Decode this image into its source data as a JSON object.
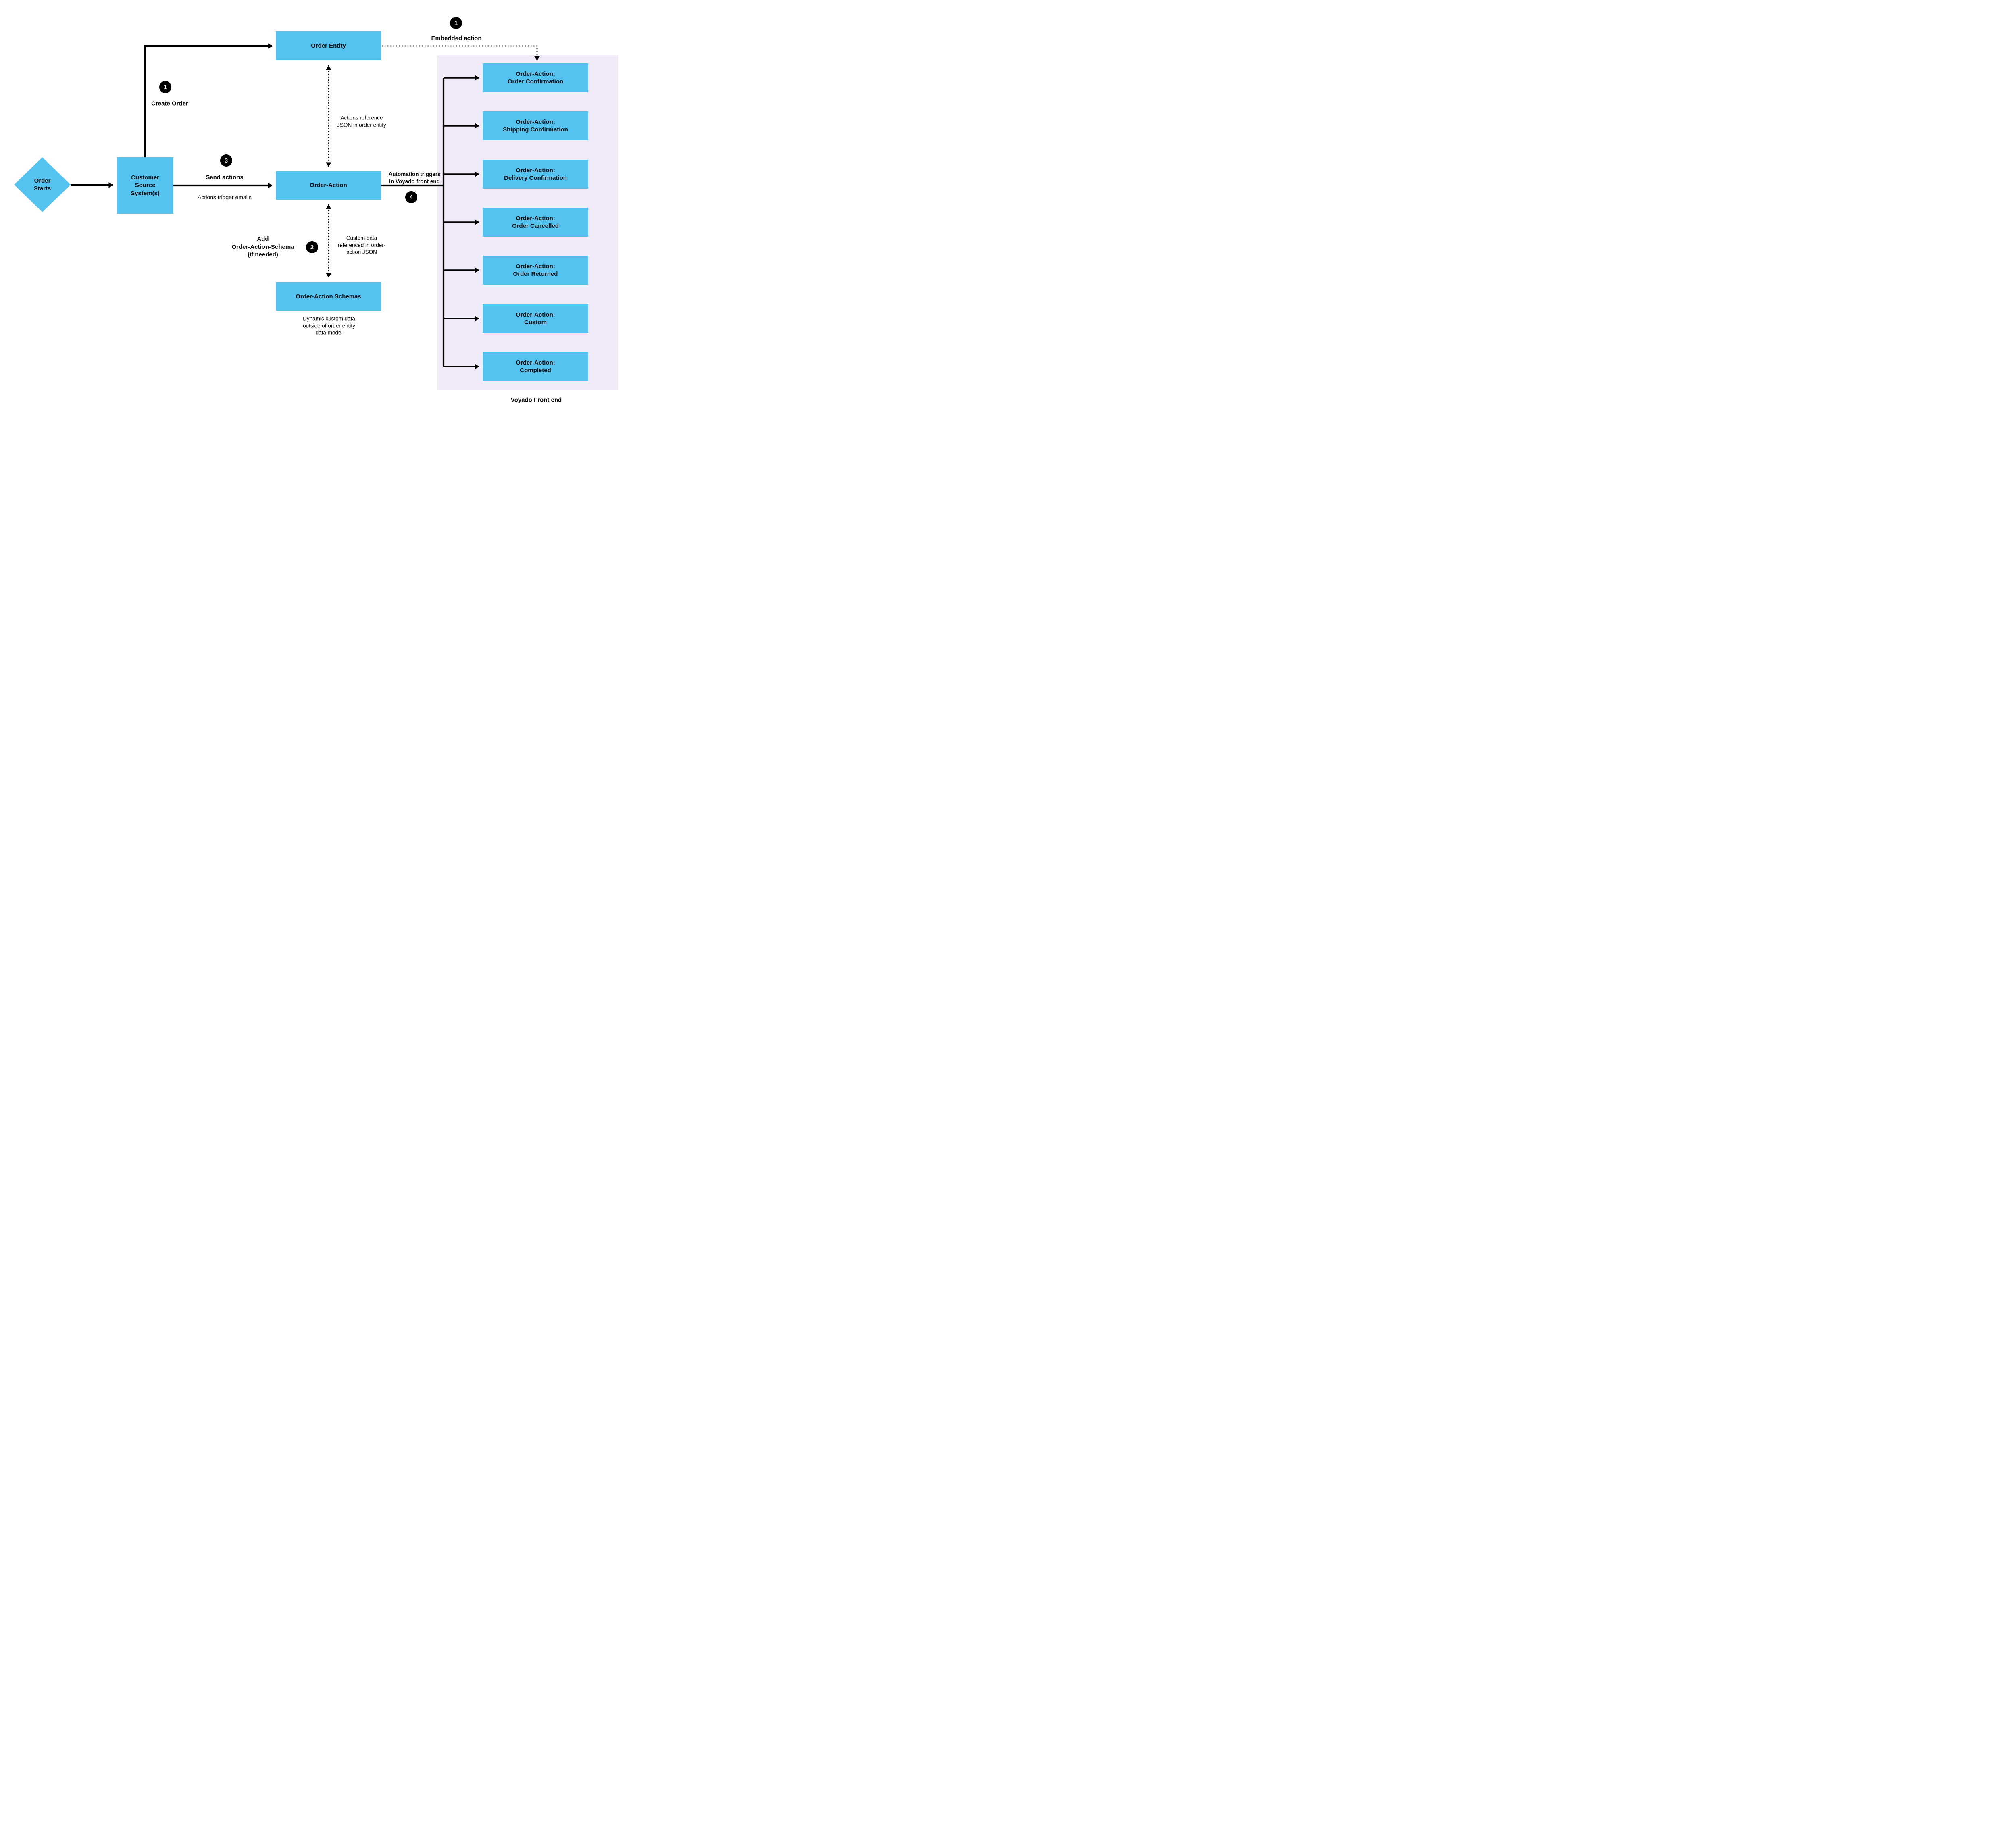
{
  "colors": {
    "node_blue": "#55C3F0",
    "panel_lavender": "#F0EAF9",
    "line_black": "#000000",
    "badge_black": "#000000",
    "badge_text_white": "#ffffff"
  },
  "nodes": {
    "order_starts": {
      "label": "Order\nStarts"
    },
    "customer_source": {
      "label": "Customer\nSource\nSystem(s)"
    },
    "order_entity": {
      "label": "Order Entity"
    },
    "order_action": {
      "label": "Order-Action"
    },
    "order_action_schemas": {
      "label": "Order-Action Schemas"
    }
  },
  "badges": {
    "create_order_step": "1",
    "embedded_action_step": "1",
    "add_schema_step": "2",
    "send_actions_step": "3",
    "automation_step": "4"
  },
  "labels": {
    "create_order": "Create Order",
    "embedded_action": "Embedded action",
    "send_actions": "Send actions",
    "actions_trigger_emails": "Actions trigger emails",
    "actions_reference_json": "Actions reference\nJSON in order entity",
    "custom_data_referenced": "Custom data\nreferenced in order-\naction JSON",
    "add_order_action_schema": "Add\nOrder-Action-Schema\n(if needed)",
    "dynamic_custom_data": "Dynamic custom data\noutside of order entity\ndata model",
    "automation_triggers": "Automation triggers\nin Voyado front end",
    "voyado_front_end": "Voyado Front end"
  },
  "frontend": {
    "panel_label": "Voyado Front end",
    "boxes": [
      {
        "line1": "Order-Action:",
        "line2": "Order Confirmation"
      },
      {
        "line1": "Order-Action:",
        "line2": "Shipping Confirmation"
      },
      {
        "line1": "Order-Action:",
        "line2": "Delivery Confirmation"
      },
      {
        "line1": "Order-Action:",
        "line2": "Order Cancelled"
      },
      {
        "line1": "Order-Action:",
        "line2": "Order Returned"
      },
      {
        "line1": "Order-Action:",
        "line2": "Custom"
      },
      {
        "line1": "Order-Action:",
        "line2": "Completed"
      }
    ]
  }
}
